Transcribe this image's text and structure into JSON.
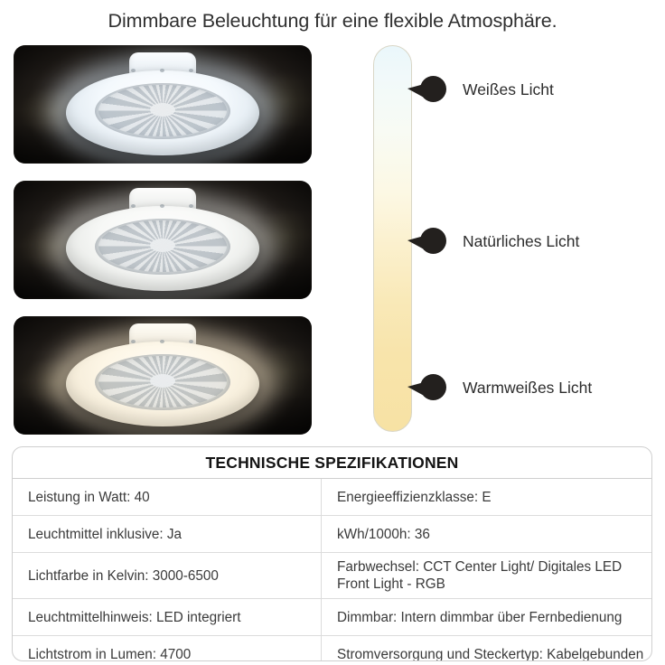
{
  "headline": "Dimmbare Beleuchtung für eine flexible Atmosphäre.",
  "photos": [
    {
      "name": "ceiling-fan-cool-white",
      "alt": "Deckenventilator mit weißem Licht"
    },
    {
      "name": "ceiling-fan-neutral-white",
      "alt": "Deckenventilator mit natürlichem Licht"
    },
    {
      "name": "ceiling-fan-warm-white",
      "alt": "Deckenventilator mit warmweißem Licht"
    }
  ],
  "temperature_scale": {
    "gradient_top_color": "#eaf7fb",
    "gradient_mid_color": "#fbf0cd",
    "gradient_bottom_color": "#f7e2a4",
    "marker_color": "#23201e",
    "markers": [
      {
        "label": "Weißes Licht"
      },
      {
        "label": "Natürliches Licht"
      },
      {
        "label": "Warmweißes Licht"
      }
    ]
  },
  "spec_table": {
    "title": "TECHNISCHE SPEZIFIKATIONEN",
    "rows": [
      {
        "left": "Leistung in Watt: 40",
        "right": "Energieeffizienzklasse: E"
      },
      {
        "left": "Leuchtmittel inklusive: Ja",
        "right": "kWh/1000h: 36"
      },
      {
        "left": "Lichtfarbe in Kelvin: 3000-6500",
        "right": "Farbwechsel: CCT Center Light/ Digitales LED Front Light - RGB"
      },
      {
        "left": "Leuchtmittelhinweis: LED integriert",
        "right": "Dimmbar: Intern dimmbar über Fernbedienung"
      },
      {
        "left": "Lichtstrom in Lumen: 4700",
        "right": "Stromversorgung und Steckertyp: Kabelgebunden"
      }
    ]
  }
}
